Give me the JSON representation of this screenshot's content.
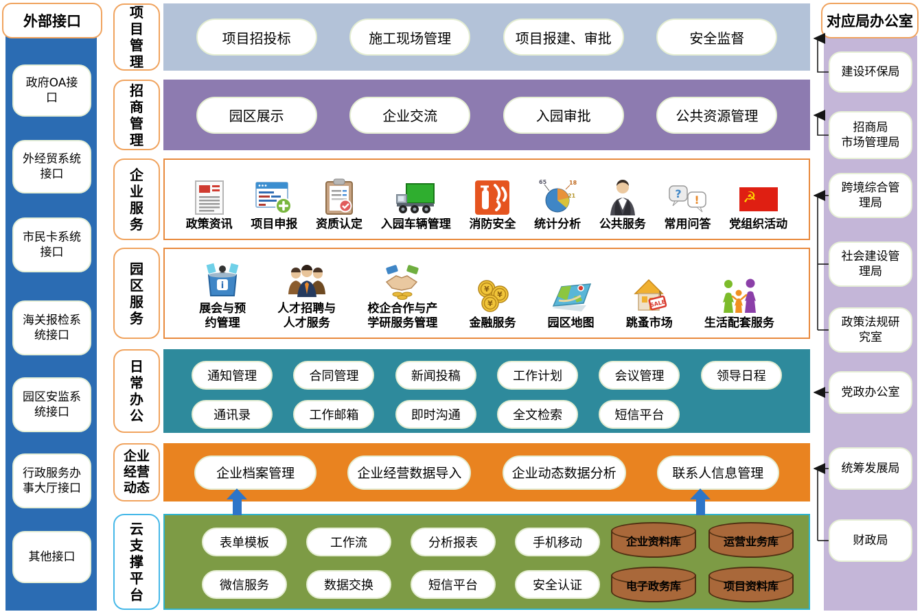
{
  "left_panel": {
    "title": "外部接口",
    "items": [
      "政府OA接口",
      "外经贸系统接口",
      "市民卡系统接口",
      "海关报检系统接口",
      "园区安监系统接口",
      "行政服务办事大厅接口",
      "其他接口"
    ]
  },
  "right_panel": {
    "title": "对应局办公室",
    "items": [
      "建设环保局",
      "招商局\n市场管理局",
      "跨境综合管理局",
      "社会建设管理局",
      "政策法规研究室",
      "党政办公室",
      "统筹发展局",
      "财政局"
    ]
  },
  "rows": {
    "project": {
      "label": "项\n目\n管\n理",
      "items": [
        "项目招投标",
        "施工现场管理",
        "项目报建、审批",
        "安全监督"
      ]
    },
    "investment": {
      "label": "招\n商\n管\n理",
      "items": [
        "园区展示",
        "企业交流",
        "入园审批",
        "公共资源管理"
      ]
    },
    "enterprise_service": {
      "label": "企\n业\n服\n务",
      "items": [
        {
          "icon": "policy-news",
          "label": "政策资讯"
        },
        {
          "icon": "project-apply",
          "label": "项目申报"
        },
        {
          "icon": "qualification",
          "label": "资质认定"
        },
        {
          "icon": "vehicle",
          "label": "入园车辆管理"
        },
        {
          "icon": "fire-safety",
          "label": "消防安全"
        },
        {
          "icon": "pie-chart",
          "label": "统计分析",
          "pie_labels": [
            "65",
            "18",
            "21"
          ]
        },
        {
          "icon": "public-service-person",
          "label": "公共服务"
        },
        {
          "icon": "faq-bubbles",
          "label": "常用问答",
          "glyphs": [
            "?",
            "!"
          ]
        },
        {
          "icon": "party-flag",
          "label": "党组织活动",
          "glyph": "☭"
        }
      ]
    },
    "park_service": {
      "label": "园\n区\n服\n务",
      "items": [
        {
          "icon": "info-desk",
          "label": "展会与预\n约管理",
          "glyph": "i"
        },
        {
          "icon": "people-group",
          "label": "人才招聘与\n人才服务"
        },
        {
          "icon": "handshake",
          "label": "校企合作与产\n学研服务管理"
        },
        {
          "icon": "coins",
          "label": "金融服务",
          "glyph": "¥"
        },
        {
          "icon": "map",
          "label": "园区地图"
        },
        {
          "icon": "house-sale",
          "label": "跳蚤市场",
          "glyph": "SALE"
        },
        {
          "icon": "family",
          "label": "生活配套服务"
        }
      ]
    },
    "daily_office": {
      "label": "日\n常\n办\n公",
      "row1": [
        "通知管理",
        "合同管理",
        "新闻投稿",
        "工作计划",
        "会议管理",
        "领导日程"
      ],
      "row2": [
        "通讯录",
        "工作邮箱",
        "即时沟通",
        "全文检索",
        "短信平台"
      ]
    },
    "enterprise_dynamics": {
      "label": "企业\n经营\n动态",
      "items": [
        "企业档案管理",
        "企业经营数据导入",
        "企业动态数据分析",
        "联系人信息管理"
      ]
    },
    "cloud_platform": {
      "label": "云\n支\n撑\n平\n台",
      "row1": [
        "表单模板",
        "工作流",
        "分析报表",
        "手机移动"
      ],
      "row2": [
        "微信服务",
        "数据交换",
        "短信平台",
        "安全认证"
      ],
      "databases": [
        "企业资料库",
        "运营业务库",
        "电子政务库",
        "项目资料库"
      ]
    }
  },
  "colors": {
    "accent_border_orange": "#F0A35E",
    "left_panel_blue": "#2B6CB3",
    "right_panel_purple": "#C4B6D8",
    "row_project_bg": "#B3C2D8",
    "row_investment_bg": "#8D7BB0",
    "row_daily_office_bg": "#2E8A9C",
    "row_dynamics_bg": "#E98320",
    "row_cloud_bg": "#7D9B45",
    "cloud_border_cyan": "#2FB3CC",
    "service_row_border": "#E8893C",
    "database_brown": "#A9683A",
    "up_arrow_blue": "#2E75C8"
  }
}
